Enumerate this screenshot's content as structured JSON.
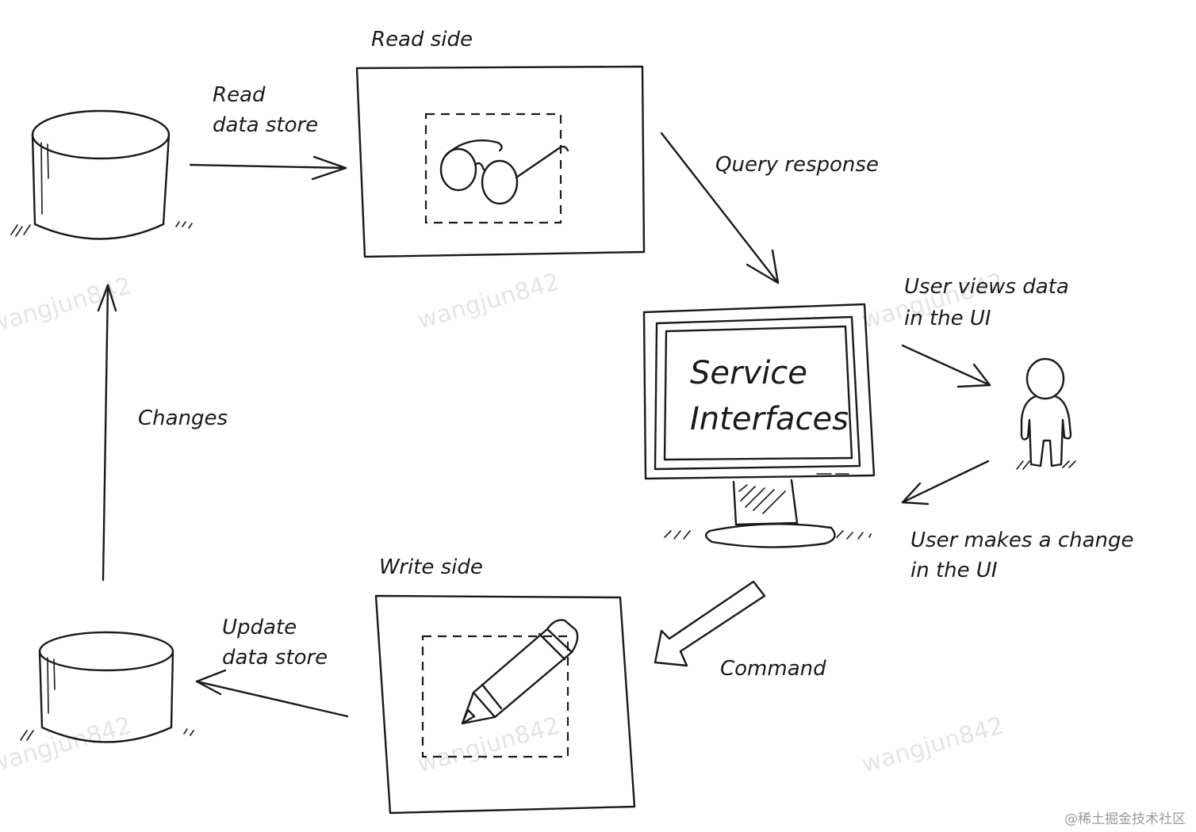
{
  "labels": {
    "read_side": "Read side",
    "read_data_store_line1": "Read",
    "read_data_store_line2": "data store",
    "query_response": "Query response",
    "user_views_line1": "User views data",
    "user_views_line2": "in the UI",
    "service_line1": "Service",
    "service_line2": "Interfaces",
    "changes": "Changes",
    "user_makes_line1": "User makes a change",
    "user_makes_line2": "in the UI",
    "write_side": "Write side",
    "update_data_store_line1": "Update",
    "update_data_store_line2": "data store",
    "command": "Command"
  },
  "watermark": "wangjun842",
  "credit": "@稀土掘金技术社区",
  "colors": {
    "ink": "#1a1a1a",
    "background": "#ffffff",
    "watermark": "#cfcfcf"
  }
}
